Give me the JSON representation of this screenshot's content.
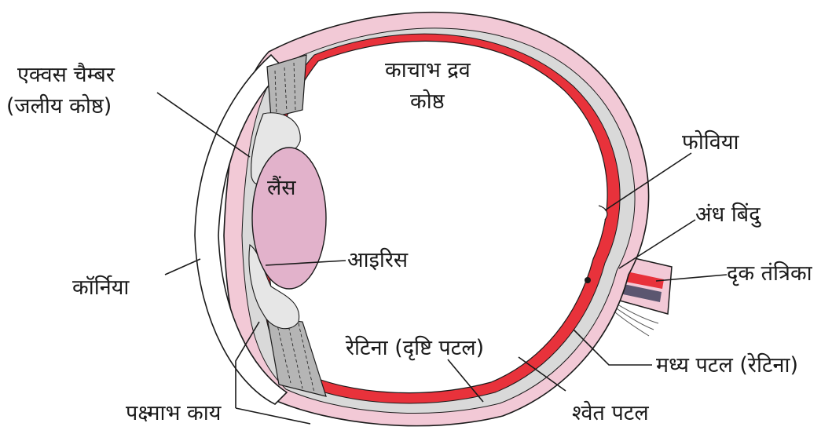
{
  "diagram": {
    "labels": {
      "aqueous_chamber_line1": "एक्वस चैम्बर",
      "aqueous_chamber_line2": "(जलीय कोष्ठ)",
      "vitreous_line1": "काचाभ द्रव",
      "vitreous_line2": "कोष्ठ",
      "fovea": "फोविया",
      "lens": "लैंस",
      "blind_spot": "अंध बिंदु",
      "iris": "आइरिस",
      "optic_nerve": "दृक तंत्रिका",
      "cornea": "कॉर्निया",
      "retina": "रेटिना (दृष्टि पटल)",
      "choroid": "मध्य पटल (रेटिना)",
      "ciliary_body": "पक्ष्माभ काय",
      "sclera": "श्वेत पटल"
    },
    "colors": {
      "sclera_fill": "#f2c9d6",
      "retina_red": "#e8323b",
      "lens_fill": "#e2b2cb",
      "ciliary_grey": "#b5b5b5",
      "choroid_grey": "#d9d9d9",
      "nerve_dark": "#5b5670",
      "outline": "#1a1a1a"
    }
  }
}
